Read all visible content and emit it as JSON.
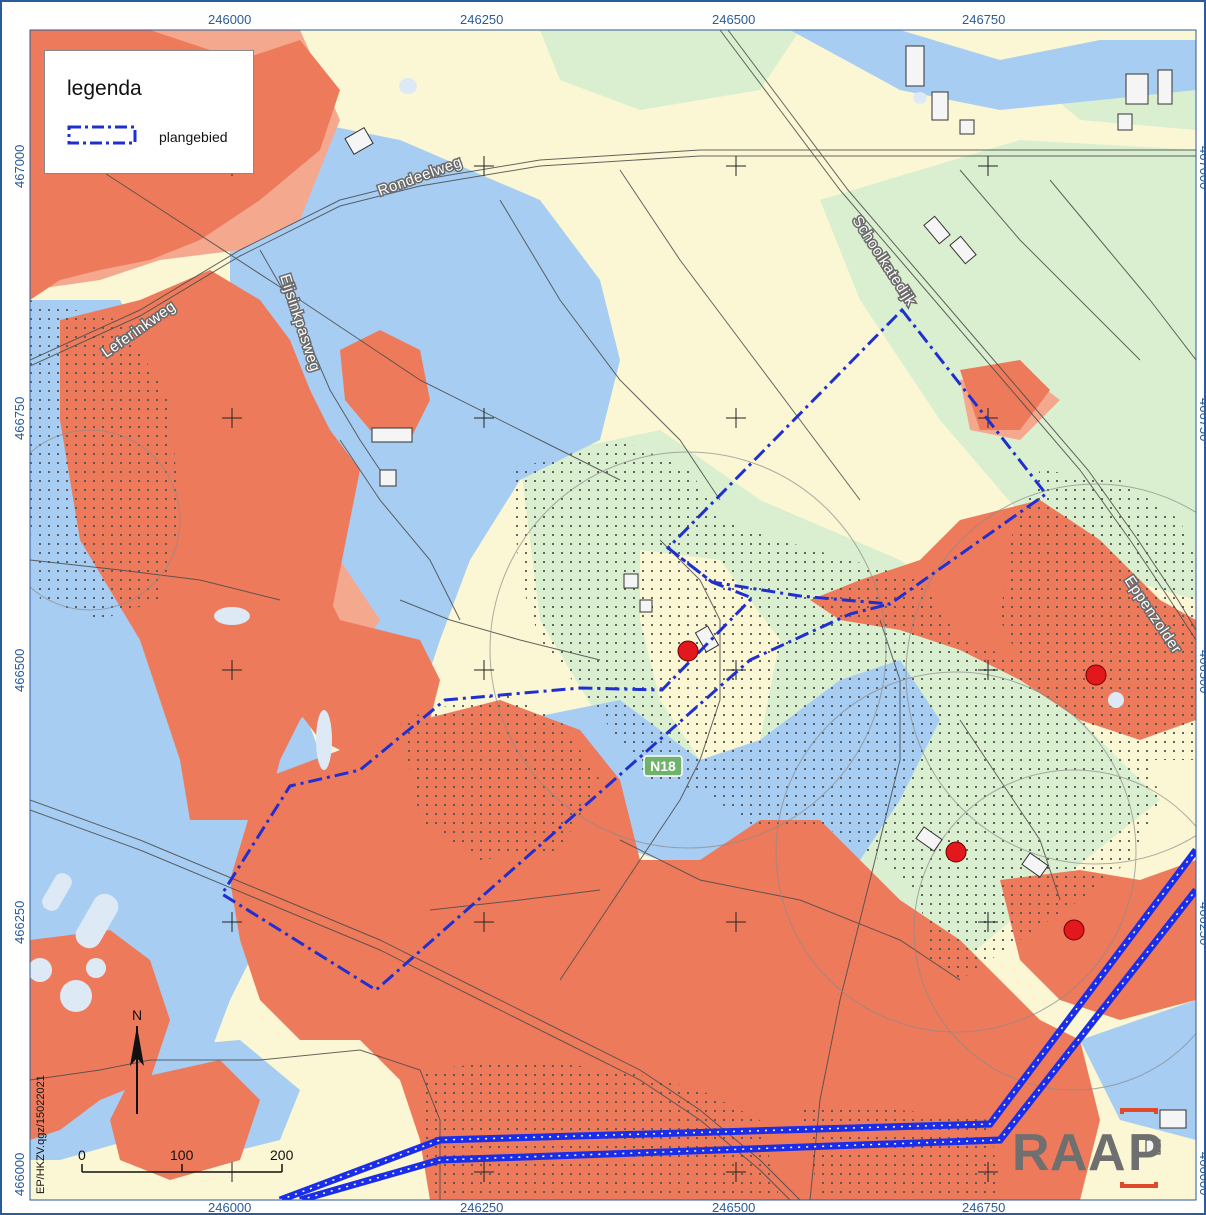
{
  "legend": {
    "title": "legenda",
    "items": [
      {
        "label": "plangebied",
        "style": "blue dash-dot outline"
      }
    ]
  },
  "axes": {
    "x_top": [
      "246000",
      "246250",
      "246500",
      "246750"
    ],
    "x_bottom": [
      "246000",
      "246250",
      "246500",
      "246750"
    ],
    "y_left": [
      "467000",
      "466750",
      "466500",
      "466250",
      "466000"
    ],
    "y_right": [
      "467000",
      "466750",
      "466500",
      "466250",
      "466000"
    ]
  },
  "roads": {
    "rondeelweg": "Rondeelweg",
    "leferinkweg": "Leferinkweg",
    "eijsinkpasweg": "Eijsinkpasweg",
    "schoolkatedijk": "Schoolkatedijk",
    "eppenzolder": "Eppenzolder",
    "n18": "N18"
  },
  "scalebar": {
    "labels": [
      "0",
      "100",
      "200"
    ]
  },
  "north_arrow": {
    "label": "N"
  },
  "source_text": "EP/HKZV.qgz/15022021",
  "logo": {
    "letters": "RAAP"
  },
  "colors": {
    "high": "#ee7a5c",
    "high_light": "#f4a98f",
    "low": "#a7cdf2",
    "mid": "#d9efcf",
    "sand": "#fbf7d4",
    "plan": "#1f2fd0",
    "pipeline": "#1a2de8",
    "finding": "#e2181d"
  }
}
